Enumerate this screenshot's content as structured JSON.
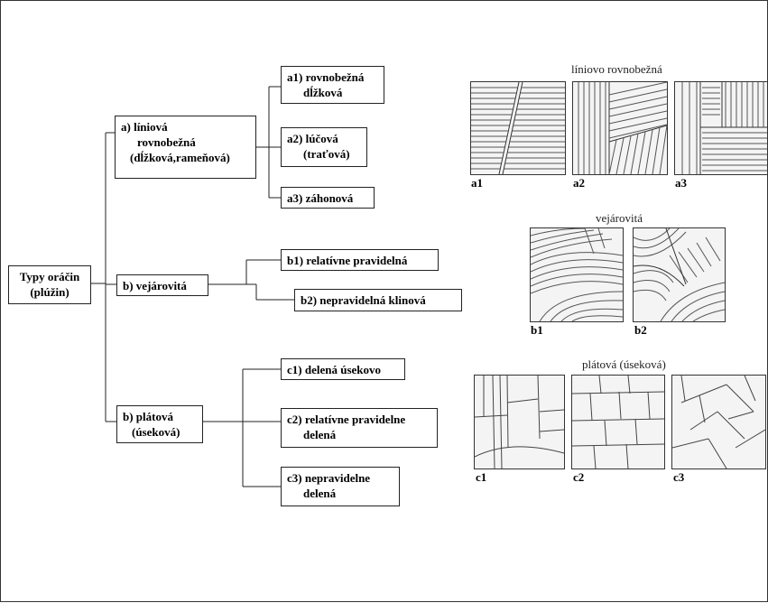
{
  "tree": {
    "root": {
      "line1": "Typy oráčin",
      "line2": "(plúžin)"
    },
    "a": {
      "line1": "a) líniová",
      "line2": "rovnobežná",
      "line3": "(dĺžková,rameňová)"
    },
    "b": {
      "line1": "b) vejárovitá"
    },
    "c": {
      "line1": "b) plátová",
      "line2": "(úseková)"
    },
    "a1": {
      "line1": "a1) rovnobežná",
      "line2": "dĺžková"
    },
    "a2": {
      "line1": "a2) lúčová",
      "line2": "(traťová)"
    },
    "a3": {
      "line1": "a3) záhonová"
    },
    "b1": {
      "line1": "b1) relatívne pravidelná"
    },
    "b2": {
      "line1": "b2) nepravidelná klinová"
    },
    "c1": {
      "line1": "c1) delená úsekovo"
    },
    "c2": {
      "line1": "c2) relatívne pravidelne",
      "line2": "delená"
    },
    "c3": {
      "line1": "c3) nepravidelne",
      "line2": "delená"
    }
  },
  "gallery": {
    "group_a": {
      "title": "líniovo rovnobežná",
      "labels": [
        "a1",
        "a2",
        "a3"
      ]
    },
    "group_b": {
      "title": "vejárovitá",
      "labels": [
        "b1",
        "b2"
      ]
    },
    "group_c": {
      "title": "plátová (úseková)",
      "labels": [
        "c1",
        "c2",
        "c3"
      ]
    }
  }
}
